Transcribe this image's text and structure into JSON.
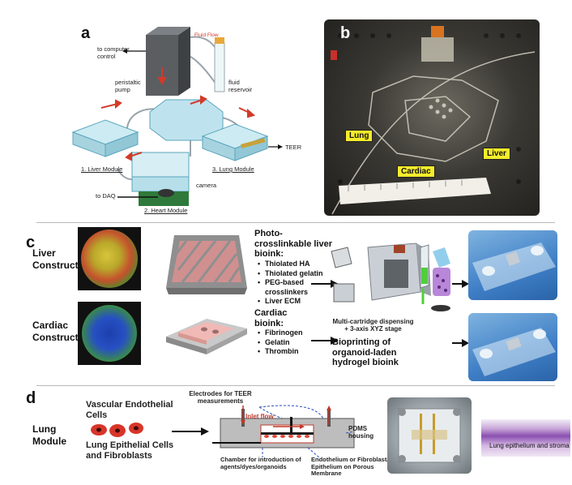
{
  "panels": {
    "a": "a",
    "b": "b",
    "c": "c",
    "d": "d"
  },
  "panel_a": {
    "fluid_flow": "Fluid Flow",
    "to_computer": "to computer control",
    "peristaltic": "peristaltic pump",
    "reservoir": "fluid reservoir",
    "teer": "TEER",
    "liver_module": "1. Liver Module",
    "lung_module": "3. Lung Module",
    "camera": "camera",
    "to_daq": "to DAQ",
    "heart_module": "2. Heart Module"
  },
  "panel_b": {
    "lung": "Lung",
    "cardiac": "Cardiac",
    "liver": "Liver"
  },
  "panel_c": {
    "liver_construct": "Liver Construct",
    "cardiac_construct": "Cardiac Construct",
    "liver_bioink_title": "Photo-crosslinkable liver bioink:",
    "liver_bioink_items": [
      "Thiolated HA",
      "Thiolated gelatin",
      "PEG-based crosslinkers",
      "Liver ECM"
    ],
    "cardiac_bioink_title": "Cardiac bioink:",
    "cardiac_bioink_items": [
      "Fibrinogen",
      "Gelatin",
      "Thrombin"
    ],
    "dispensing": "Multi-cartridge dispensing + 3-axis XYZ stage",
    "bioprinting": "Bioprinting of organoid-laden hydrogel bioink"
  },
  "panel_d": {
    "lung_module": "Lung Module",
    "vascular": "Vascular Endothelial Cells",
    "epithelial": "Lung Epithelial Cells and Fibroblasts",
    "electrodes": "Electrodes for TEER measurements",
    "inlet": "Inlet flow",
    "pdms": "PDMS housing",
    "chamber": "Chamber for introduction of agents/dyes/organoids",
    "membrane": "Endothelium or Fibroblast/ Epithelium on Porous Membrane",
    "histology": "Lung epithelium and stroma"
  },
  "colors": {
    "tag_yellow": "#f5ec2a",
    "arrow_red": "#d23a2a",
    "device_blue": "#bfe3ee",
    "divider": "#b9b9b9"
  }
}
